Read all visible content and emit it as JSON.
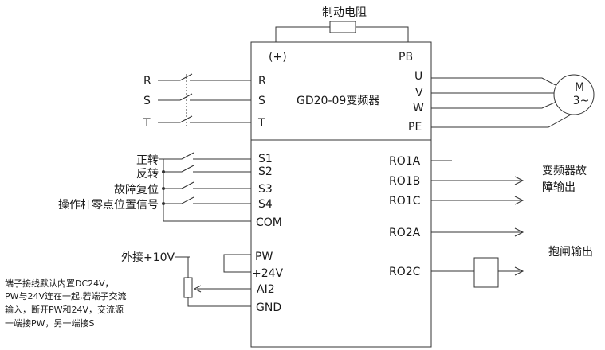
{
  "title": "制动电阻",
  "inverter": {
    "name": "GD20-09变频器",
    "plus_label": "(+)",
    "pb_label": "PB",
    "input_terminals": [
      "R",
      "S",
      "T"
    ],
    "output_terminals": [
      "U",
      "V",
      "W",
      "PE"
    ],
    "digital_inputs": [
      "S1",
      "S2",
      "S3",
      "S4",
      "COM"
    ],
    "relay_outputs": [
      "RO1A",
      "RO1B",
      "RO1C",
      "RO2A",
      "RO2C"
    ],
    "power_terminals": [
      "PW",
      "+24V",
      "AI2",
      "GND"
    ]
  },
  "supply_phases": [
    "R",
    "S",
    "T"
  ],
  "motor": {
    "line1": "M",
    "line2": "3~"
  },
  "input_functions": [
    "正转",
    "反转",
    "故障复位",
    "操作杆零点位置信号"
  ],
  "external_voltage": "外接+10V",
  "outputs": {
    "fault_line1": "变频器故",
    "fault_line2": "障输出",
    "brake": "抱闸输出"
  },
  "note_lines": [
    "端子接线默认内置DC24V，",
    "PW与24V连在一起,若端子交流",
    "输入，断开PW和24V，交流源",
    "一端接PW，另一端接S"
  ]
}
